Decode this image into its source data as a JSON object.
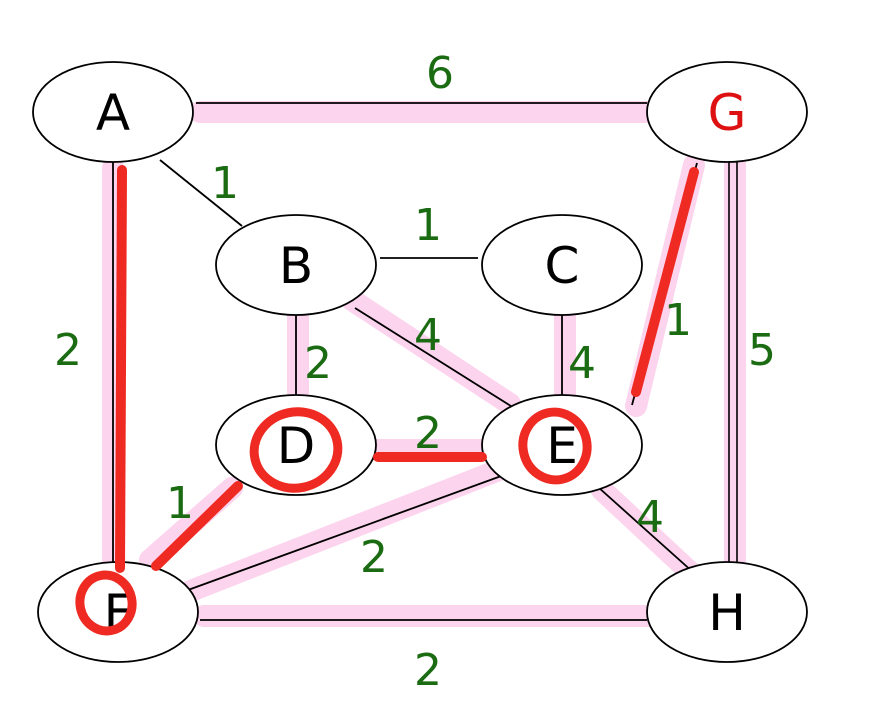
{
  "colors": {
    "node_stroke": "#000000",
    "node_fill": "#ffffff",
    "node_text": "#000000",
    "highlight_node_text": "#dd1111",
    "weight_text": "#1a6b12",
    "edge": "#000000",
    "highlight_band": "#fcd4ee",
    "annotation": "#ee2a22"
  },
  "nodes": [
    {
      "id": "A",
      "label": "A"
    },
    {
      "id": "B",
      "label": "B"
    },
    {
      "id": "C",
      "label": "C"
    },
    {
      "id": "D",
      "label": "D"
    },
    {
      "id": "E",
      "label": "E"
    },
    {
      "id": "F",
      "label": "F"
    },
    {
      "id": "G",
      "label": "G",
      "highlighted": true
    },
    {
      "id": "H",
      "label": "H"
    }
  ],
  "edges": [
    {
      "from": "A",
      "to": "G",
      "weight": "6",
      "highlighted": true
    },
    {
      "from": "A",
      "to": "B",
      "weight": "1"
    },
    {
      "from": "A",
      "to": "F",
      "weight": "2",
      "highlighted": true,
      "marked": true
    },
    {
      "from": "B",
      "to": "C",
      "weight": "1"
    },
    {
      "from": "B",
      "to": "D",
      "weight": "2",
      "highlighted": true
    },
    {
      "from": "B",
      "to": "E",
      "weight": "4",
      "highlighted": true
    },
    {
      "from": "C",
      "to": "E",
      "weight": "4",
      "highlighted": true
    },
    {
      "from": "D",
      "to": "E",
      "weight": "2",
      "highlighted": true,
      "marked": true
    },
    {
      "from": "D",
      "to": "F",
      "weight": "1",
      "highlighted": true,
      "marked": true
    },
    {
      "from": "E",
      "to": "F",
      "weight": "2",
      "highlighted": true
    },
    {
      "from": "E",
      "to": "G",
      "weight": "1",
      "highlighted": true,
      "marked": true
    },
    {
      "from": "E",
      "to": "H",
      "weight": "4",
      "highlighted": true
    },
    {
      "from": "G",
      "to": "H",
      "weight": "5",
      "highlighted": true
    },
    {
      "from": "F",
      "to": "H",
      "weight": "2",
      "highlighted": true
    }
  ],
  "circled_nodes": [
    "D",
    "E",
    "F"
  ]
}
